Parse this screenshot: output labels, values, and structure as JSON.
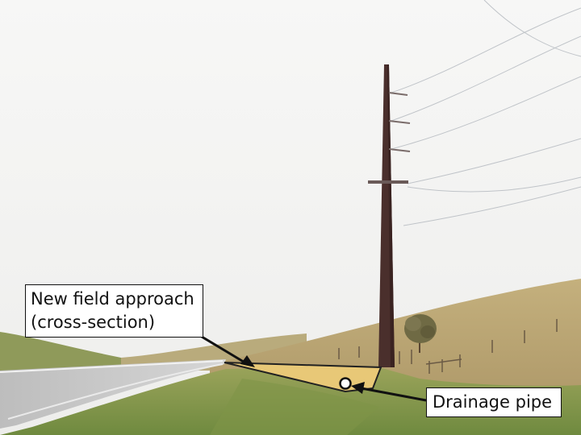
{
  "photo": {
    "scene": "roadside-prairie-with-power-pole",
    "colors": {
      "sky": "#f4f4f2",
      "grass_far": "#b7a26f",
      "grass_near": "#8a9a4e",
      "road": "#c9c9c9",
      "pole": "#4a2f2c",
      "approach_fill": "#e8c877",
      "annotation_line": "#111111"
    }
  },
  "annotations": {
    "field_approach": {
      "line1": "New field approach",
      "line2": "(cross-section)"
    },
    "drainage_pipe": {
      "label": "Drainage pipe"
    }
  }
}
